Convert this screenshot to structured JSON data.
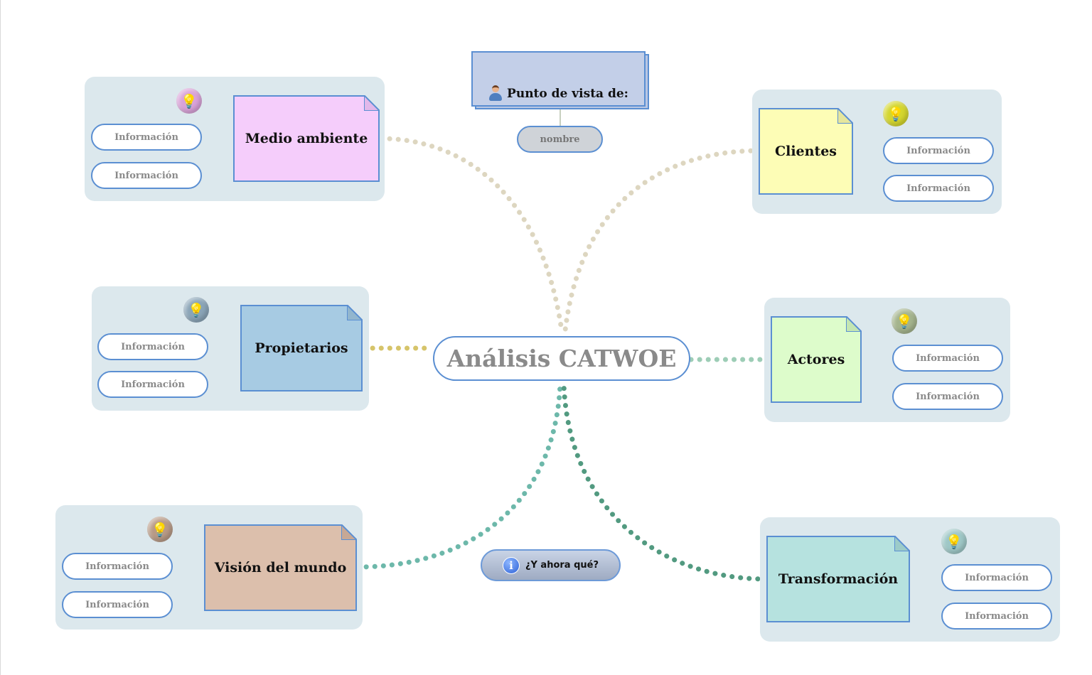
{
  "center": {
    "label": "Análisis CATWOE"
  },
  "point_of_view": {
    "label": "Punto de vista de:",
    "name_placeholder": "nombre",
    "icon": "user-icon"
  },
  "next_button": {
    "label": "¿Y ahora qué?",
    "icon": "info-icon"
  },
  "bulb_icon": "💡",
  "branches": [
    {
      "id": "medio-ambiente",
      "title": "Medio ambiente",
      "note_color": "#f5cdfb",
      "bulb_color": "#d9a2d8",
      "link_color": "#ddd6c0",
      "items": [
        "Información",
        "Información"
      ]
    },
    {
      "id": "clientes",
      "title": "Clientes",
      "note_color": "#fdfdb6",
      "bulb_color": "#d4d62e",
      "link_color": "#ddd6c0",
      "items": [
        "Información",
        "Información"
      ]
    },
    {
      "id": "propietarios",
      "title": "Propietarios",
      "note_color": "#a7cbe3",
      "bulb_color": "#8aa4b7",
      "link_color": "#d6c46a",
      "items": [
        "Información",
        "Información"
      ]
    },
    {
      "id": "actores",
      "title": "Actores",
      "note_color": "#ddfccb",
      "bulb_color": "#a4b48d",
      "link_color": "#9dcdb6",
      "items": [
        "Información",
        "Información"
      ]
    },
    {
      "id": "vision-del-mundo",
      "title": "Visión del mundo",
      "note_color": "#dcbfac",
      "bulb_color": "#b89a86",
      "link_color": "#6db8aa",
      "items": [
        "Información",
        "Información"
      ]
    },
    {
      "id": "transformacion",
      "title": "Transformación",
      "note_color": "#b6e2df",
      "bulb_color": "#9ec7c6",
      "link_color": "#529a80",
      "items": [
        "Información",
        "Información"
      ]
    }
  ]
}
